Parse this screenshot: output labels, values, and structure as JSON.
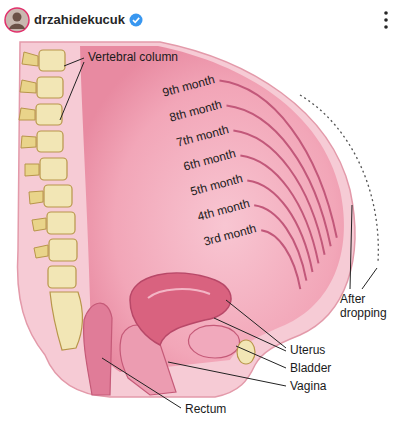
{
  "diagram": {
    "labels": [
      "drzahidekucuk",
      "Vertebral column",
      "9th month",
      "8th month",
      "7th month",
      "6th month",
      "5th month",
      "4th month",
      "3rd month",
      "After dropping",
      "Uterus",
      "Bladder",
      "Vagina",
      "Rectum"
    ]
  }
}
